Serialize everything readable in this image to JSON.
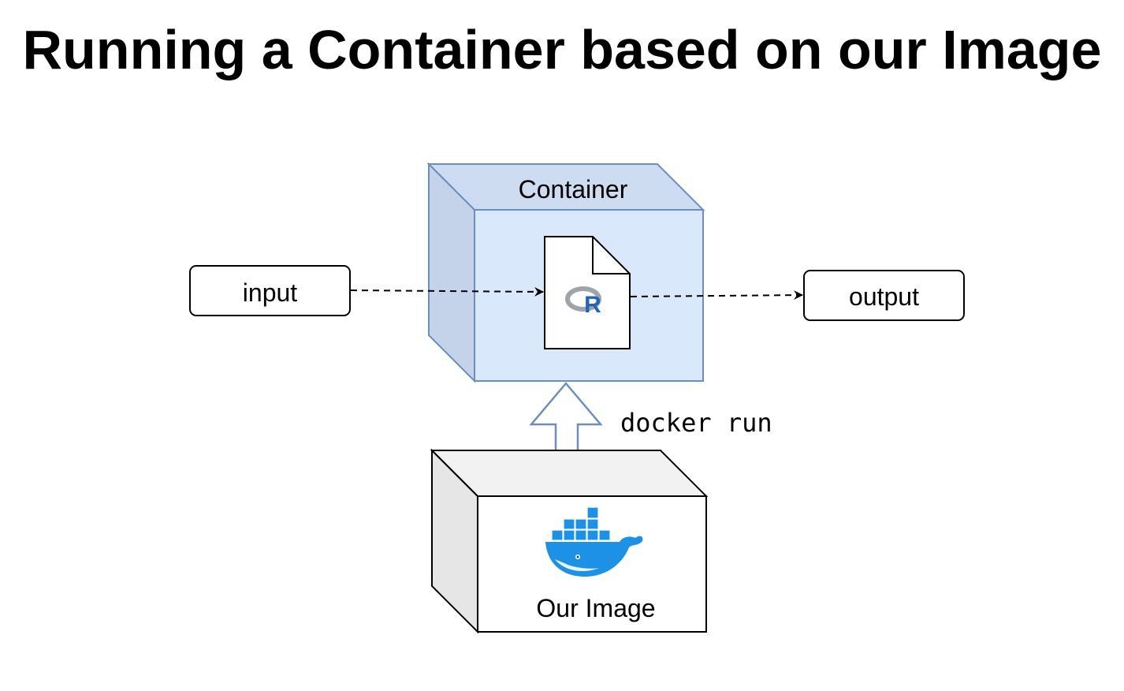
{
  "title": "Running a Container based on our Image",
  "container": {
    "label": "Container",
    "fill_front": "#dae8fc",
    "fill_side": "#c4d3ea",
    "fill_top": "#cedcf2",
    "stroke": "#6c8ebf"
  },
  "script_file": {
    "icon": "r-logo-icon",
    "fill": "#ffffff",
    "stroke": "#000000"
  },
  "input": {
    "label": "input"
  },
  "output": {
    "label": "output"
  },
  "command": {
    "label": "docker run"
  },
  "image": {
    "label": "Our Image",
    "icon": "docker-whale-icon",
    "fill_front": "#ffffff",
    "fill_side": "#e6e6e6",
    "fill_top": "#f2f2f2",
    "stroke": "#000000"
  },
  "colors": {
    "docker_blue": "#1d91e6",
    "r_gray": "#9ea4aa",
    "r_blue": "#2265b8",
    "arrow_stroke": "#6c8ebf"
  }
}
